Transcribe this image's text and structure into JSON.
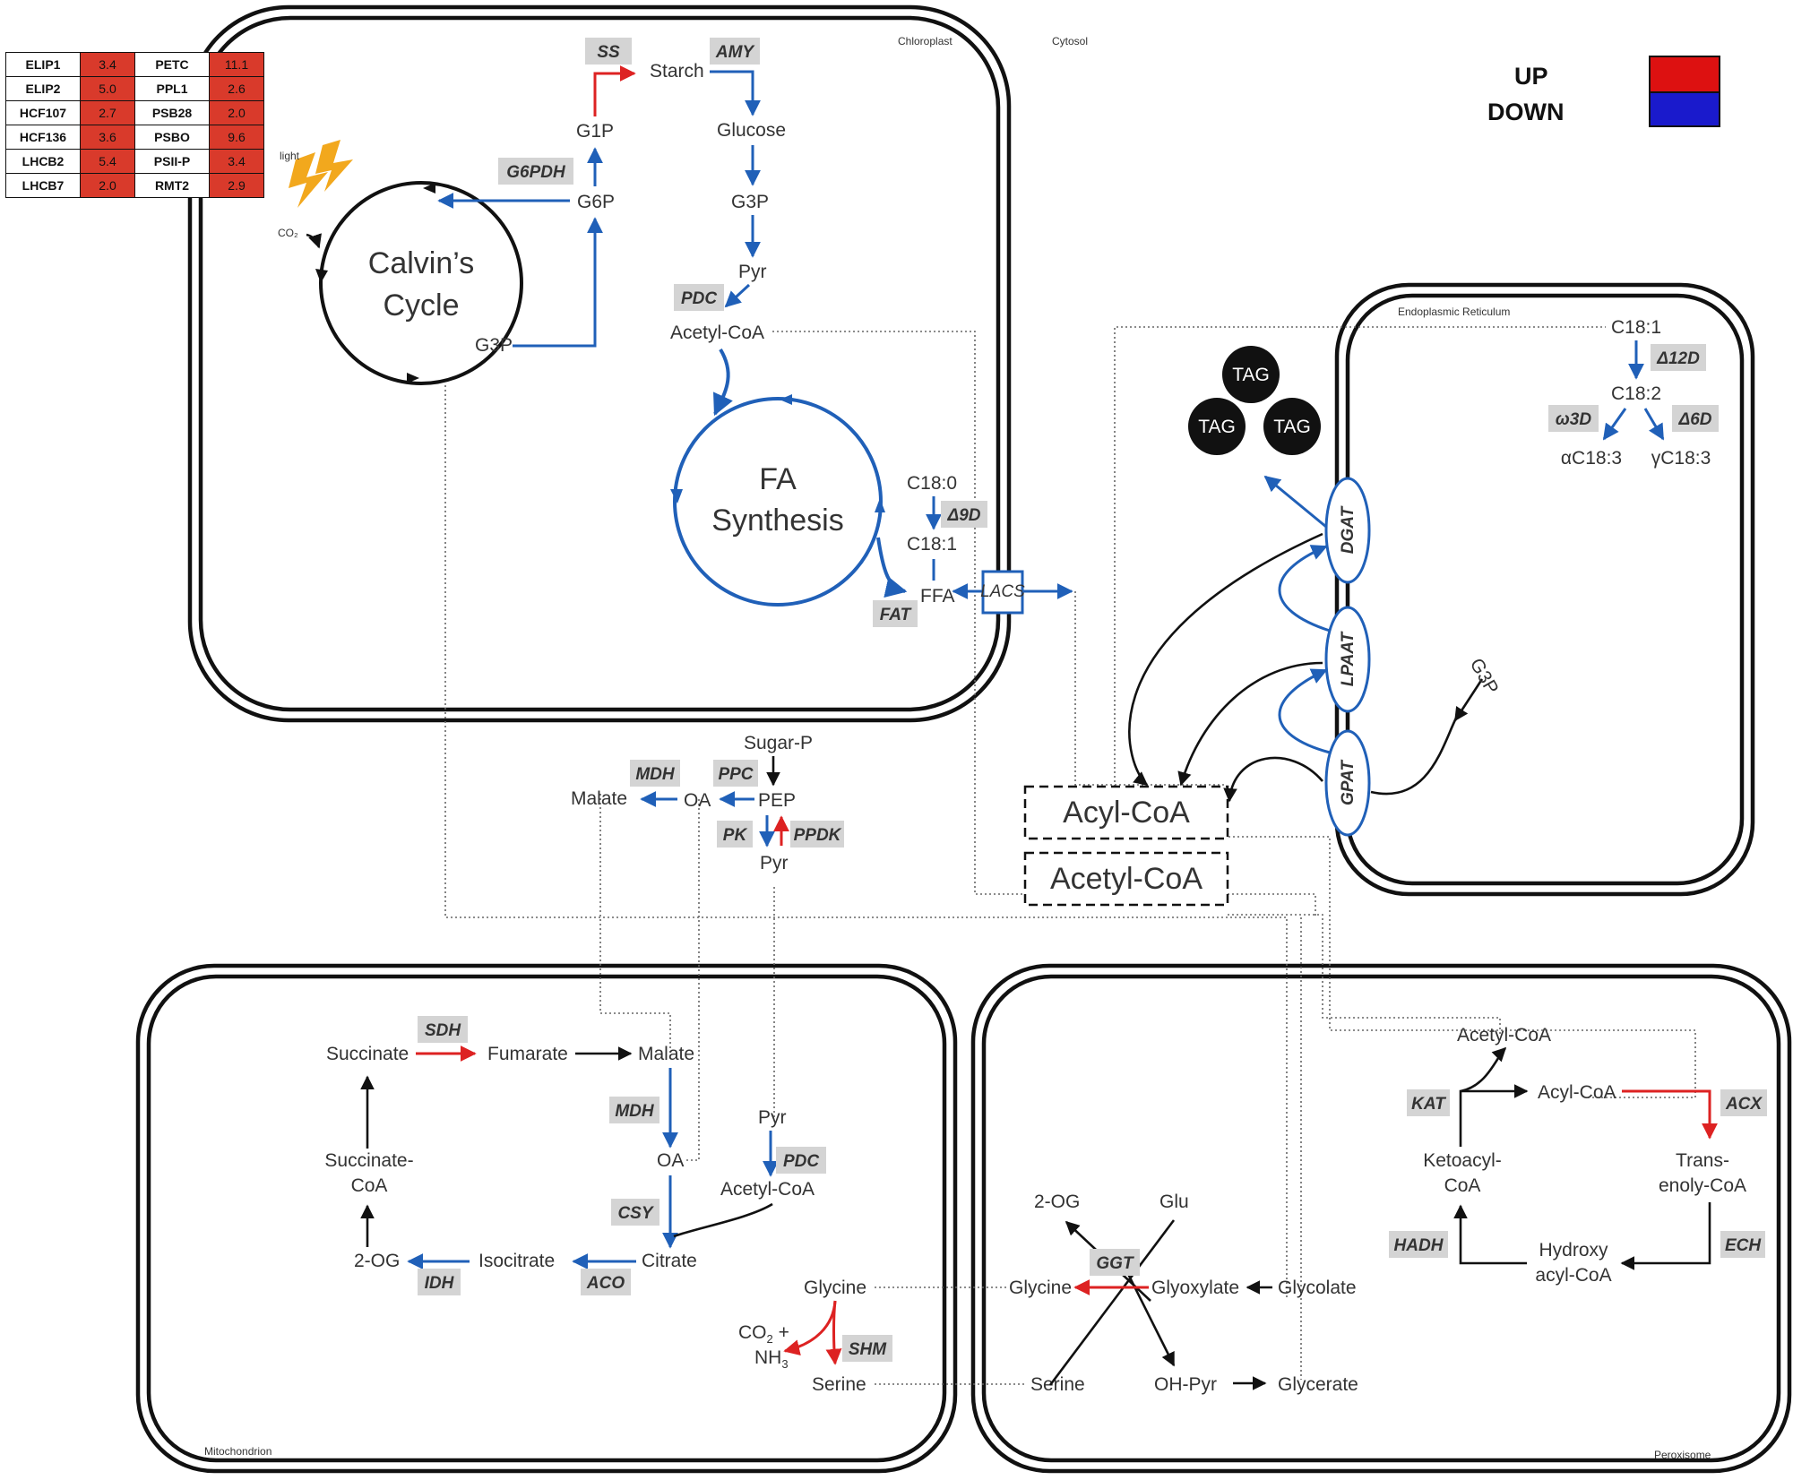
{
  "expression_table": {
    "rows": [
      {
        "g1": "ELIP1",
        "v1": "3.4",
        "g2": "PETC",
        "v2": "11.1"
      },
      {
        "g1": "ELIP2",
        "v1": "5.0",
        "g2": "PPL1",
        "v2": "2.6"
      },
      {
        "g1": "HCF107",
        "v1": "2.7",
        "g2": "PSB28",
        "v2": "2.0"
      },
      {
        "g1": "HCF136",
        "v1": "3.6",
        "g2": "PSBO",
        "v2": "9.6"
      },
      {
        "g1": "LHCB2",
        "v1": "5.4",
        "g2": "PSII-P",
        "v2": "3.4"
      },
      {
        "g1": "LHCB7",
        "v1": "2.0",
        "g2": "RMT2",
        "v2": "2.9"
      }
    ],
    "cell_color": "#d93a2b"
  },
  "legend": {
    "up": "UP",
    "down": "DOWN",
    "up_color": "#dd1111",
    "down_color": "#1a1acc"
  },
  "colors": {
    "upregulated": "#dd2222",
    "downregulated": "#2060b8",
    "unchanged": "#111111",
    "enzyme_box": "#d4d4d4",
    "light_icon": "#f2a81d"
  },
  "compartments": {
    "chloroplast": "Chloroplast",
    "cytosol": "Cytosol",
    "er": "Endoplasmic Reticulum",
    "mitochondrion": "Mitochondrion",
    "peroxisome": "Peroxisome"
  },
  "chloroplast": {
    "light": "light",
    "co2": "CO₂",
    "calvin_line1": "Calvin’s",
    "calvin_line2": "Cycle",
    "g3p": "G3P",
    "g6p": "G6P",
    "g1p": "G1P",
    "starch": "Starch",
    "glucose": "Glucose",
    "g3p2": "G3P",
    "pyr": "Pyr",
    "acetyl_coa": "Acetyl-CoA",
    "fa_line1": "FA",
    "fa_line2": "Synthesis",
    "c180": "C18:0",
    "c181": "C18:1",
    "ffa": "FFA",
    "enzymes": {
      "ss": "SS",
      "amy": "AMY",
      "g6pdh": "G6PDH",
      "pdc": "PDC",
      "d9d": "Δ9D",
      "fat": "FAT",
      "lacs": "LACS"
    }
  },
  "cytosol": {
    "sugar_p": "Sugar-P",
    "pep": "PEP",
    "oa": "OA",
    "malate": "Malate",
    "pyr": "Pyr",
    "acyl_coa": "Acyl-CoA",
    "acetyl_coa": "Acetyl-CoA",
    "tag1": "TAG",
    "tag2": "TAG",
    "tag3": "TAG",
    "g3p": "G3P",
    "enzymes": {
      "mdh": "MDH",
      "ppc": "PPC",
      "pk": "PK",
      "ppdk": "PPDK"
    }
  },
  "er": {
    "c181": "C18:1",
    "c182": "C18:2",
    "ac183": "αC18:3",
    "gc183": "γC18:3",
    "dgat": "DGAT",
    "lpaat": "LPAAT",
    "gpat": "GPAT",
    "enzymes": {
      "d12d": "Δ12D",
      "w3d": "ω3D",
      "d6d": "Δ6D"
    }
  },
  "mitochondrion": {
    "succinate": "Succinate",
    "fumarate": "Fumarate",
    "malate": "Malate",
    "oa": "OA",
    "succinyl_l1": "Succinate-",
    "succinyl_l2": "CoA",
    "two_og": "2-OG",
    "isocitrate": "Isocitrate",
    "citrate": "Citrate",
    "pyr": "Pyr",
    "acetyl_coa": "Acetyl-CoA",
    "glycine": "Glycine",
    "co2": "CO",
    "co2_sub": "2",
    "co2_plus": " +",
    "nh3": "NH",
    "nh3_sub": "3",
    "serine": "Serine",
    "enzymes": {
      "sdh": "SDH",
      "mdh": "MDH",
      "pdc": "PDC",
      "csy": "CSY",
      "idh": "IDH",
      "aco": "ACO",
      "shm": "SHM"
    }
  },
  "peroxisome": {
    "two_og": "2-OG",
    "glu": "Glu",
    "glycine": "Glycine",
    "glyoxylate": "Glyoxylate",
    "glycolate": "Glycolate",
    "serine": "Serine",
    "oh_pyr": "OH-Pyr",
    "glycerate": "Glycerate",
    "acetyl_coa": "Acetyl-CoA",
    "acyl_coa": "Acyl-CoA",
    "ketoacyl_l1": "Ketoacyl-",
    "ketoacyl_l2": "CoA",
    "trans_l1": "Trans-",
    "trans_l2": "enoly-CoA",
    "hydroxy_l1": "Hydroxy",
    "hydroxy_l2": "acyl-CoA",
    "enzymes": {
      "ggt": "GGT",
      "kat": "KAT",
      "acx": "ACX",
      "hadh": "HADH",
      "ech": "ECH"
    }
  }
}
